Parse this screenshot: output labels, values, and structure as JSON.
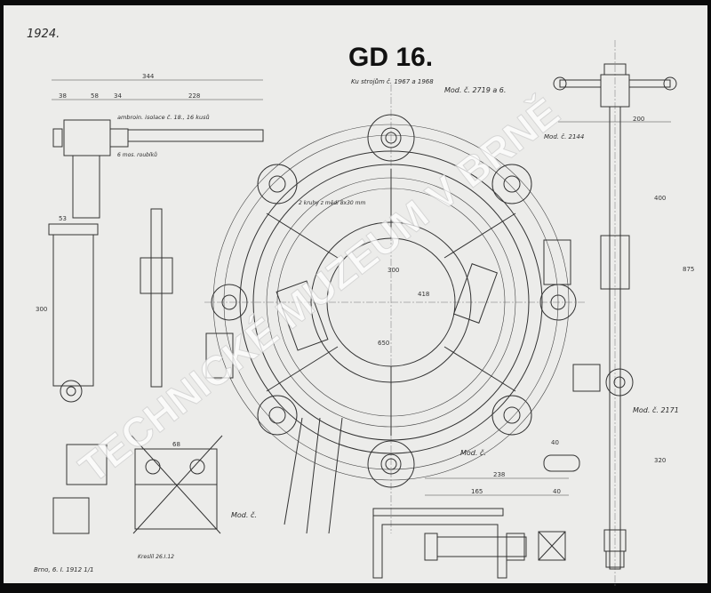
{
  "sheet": {
    "year": "1924.",
    "title": "GD 16.",
    "subtitle": "Ku strojům č. 1967 a 1968",
    "signature": "Kreslil 26.I.12",
    "date_scale": "Brno, 6. I. 1912 1/1",
    "watermark": "TECHNICKÉ MUZEUM V BRNĚ"
  },
  "notes": {
    "isolation": "ambroin. isolace č. 18., 16 kusů",
    "pins": "6 mos. roubíků",
    "rings": "2 kruhy z mědi 8x30 mm",
    "mod_top_right": "Mod. č. 2144",
    "mod_ring": "Mod. č. 2719 a 6.",
    "mod_right": "Mod. č. 2171",
    "mod_bottom_center": "Mod. č.",
    "mod_bottom_left": "Mod. č."
  },
  "dimensions": {
    "top_overall": "344",
    "top_a": "38",
    "top_b": "58",
    "top_c": "34",
    "top_d": "228",
    "right_width": "200",
    "right_h1": "400",
    "right_h2": "320",
    "right_total": "875",
    "bottom_overall": "238",
    "bottom_a": "165",
    "bottom_b": "40",
    "block_width": "68",
    "ring_inner": "300",
    "ring_outer": "650",
    "ring_mid": "418",
    "left_h": "300",
    "left_w": "53",
    "small_40": "40"
  },
  "colors": {
    "paper": "#ececea",
    "ink": "#2a2a2a",
    "border": "#0b0b0b"
  }
}
